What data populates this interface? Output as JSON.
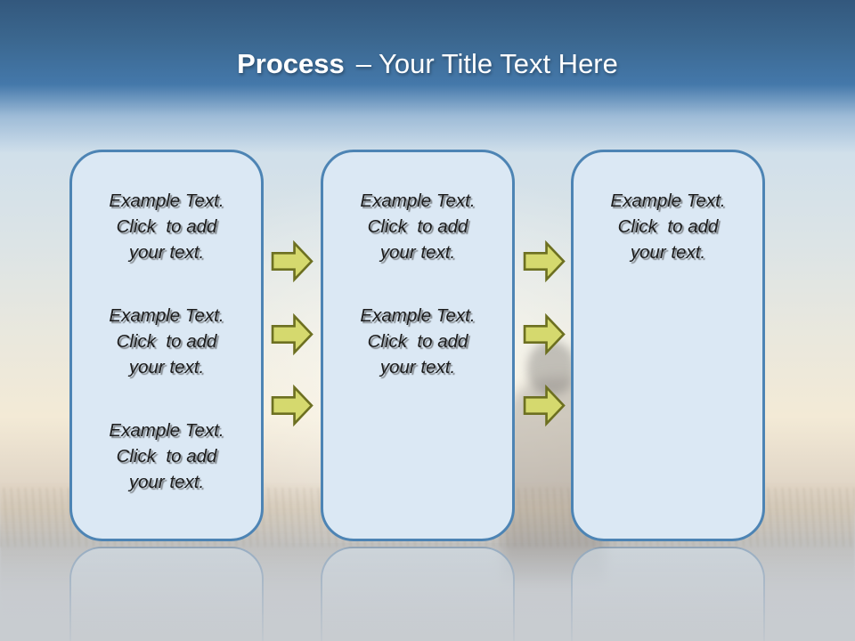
{
  "slide": {
    "title": {
      "emphasis": "Process",
      "rest": "– Your Title Text Here"
    }
  },
  "boxes": [
    {
      "name": "step-1",
      "paragraphs": [
        {
          "lines": [
            "Example Text.",
            "Click  to add",
            "your text."
          ]
        },
        {
          "lines": [
            "Example Text.",
            "Click  to add",
            "your text."
          ]
        },
        {
          "lines": [
            "Example Text.",
            "Click  to add",
            "your text."
          ]
        }
      ]
    },
    {
      "name": "step-2",
      "paragraphs": [
        {
          "lines": [
            "Example Text.",
            "Click  to add",
            "your text."
          ]
        },
        {
          "lines": [
            "Example Text.",
            "Click  to add",
            "your text."
          ]
        }
      ]
    },
    {
      "name": "step-3",
      "paragraphs": [
        {
          "lines": [
            "Example Text.",
            "Click  to add",
            "your text."
          ]
        }
      ]
    }
  ],
  "arrows": {
    "direction": "right",
    "count": 6,
    "fill": "#d5d96e",
    "stroke": "#6d7021"
  },
  "colors": {
    "header_top": "#33587d",
    "header_mid": "#4478aa",
    "box_fill": "#dbe8f4",
    "box_border": "#4d84b4",
    "title_text": "#ffffff",
    "body_text": "#1c1c1c",
    "background_bottom": "#c8ccd0"
  }
}
